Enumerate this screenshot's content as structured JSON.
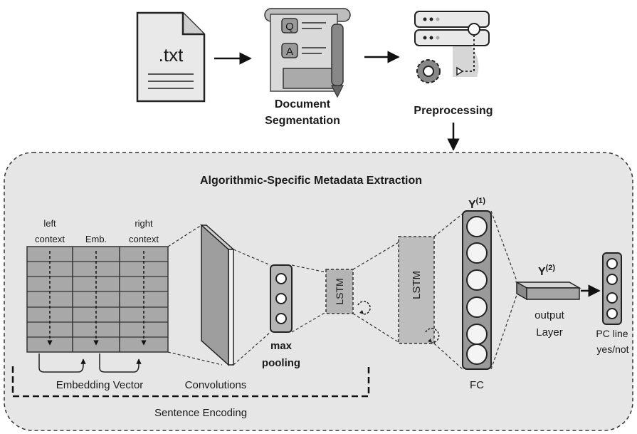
{
  "top": {
    "file_ext": ".txt",
    "doc_seg_line1": "Document",
    "doc_seg_line2": "Segmentation",
    "qa_q": "Q",
    "qa_a": "A",
    "preprocessing": "Preprocessing"
  },
  "panel": {
    "title": "Algorithmic-Specific Metadata Extraction",
    "left_context_1": "left",
    "left_context_2": "context",
    "emb": "Emb.",
    "right_context_1": "right",
    "right_context_2": "context",
    "embedding_vector": "Embedding Vector",
    "convolutions": "Convolutions",
    "max_pooling_1": "max",
    "max_pooling_2": "pooling",
    "lstm_small": "LSTM",
    "lstm_large": "LSTM",
    "y1_base": "Y",
    "y1_sup": "(1)",
    "fc": "FC",
    "y2_base": "Y",
    "y2_sup": "(2)",
    "output_1": "output",
    "output_2": "Layer",
    "pc_line_1": "PC line",
    "pc_line_2": "yes/not",
    "sentence_encoding": "Sentence Encoding"
  },
  "colors": {
    "panel_bg": "#e6e6e6",
    "grid_fill": "#a8a8a8",
    "box_fill": "#bdbdbd",
    "stroke": "#222222"
  }
}
